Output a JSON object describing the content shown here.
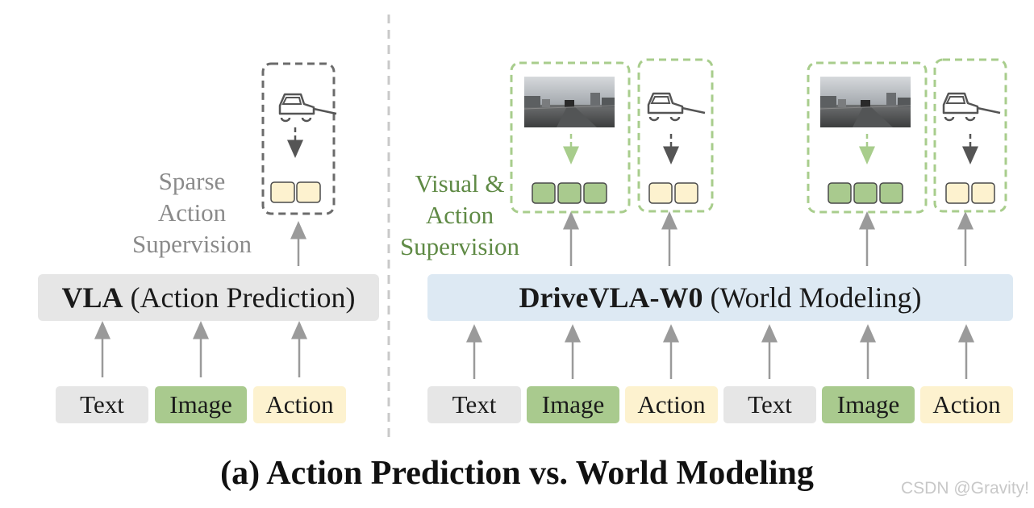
{
  "left_panel": {
    "model_name": "VLA",
    "model_suffix": " (Action Prediction)",
    "supervision_lines": [
      "Sparse",
      "Action",
      "Supervision"
    ],
    "tokens": [
      "Text",
      "Image",
      "Action"
    ]
  },
  "right_panel": {
    "model_name": "DriveVLA-W0",
    "model_suffix": " (World Modeling)",
    "supervision_lines": [
      "Visual &",
      "Action",
      "Supervision"
    ],
    "tokens": [
      "Text",
      "Image",
      "Action",
      "Text",
      "Image",
      "Action"
    ]
  },
  "caption": "(a) Action Prediction vs. World Modeling",
  "watermark": "CSDN @Gravity!",
  "colors": {
    "text_token": "#e6e6e6",
    "image_token": "#a9ca8e",
    "action_token": "#fdf2cf",
    "vla_bar": "#e6e6e6",
    "drivevla_bar": "#dde9f3",
    "visual_supervision_text": "#5f8a45",
    "sparse_supervision_text": "#8a8a8a",
    "green_dashed_border": "#a8cd8c",
    "gray_dashed_border": "#6b6b6b",
    "arrow": "#9a9a9a"
  },
  "icons": [
    "car-icon",
    "road-scene-image"
  ]
}
